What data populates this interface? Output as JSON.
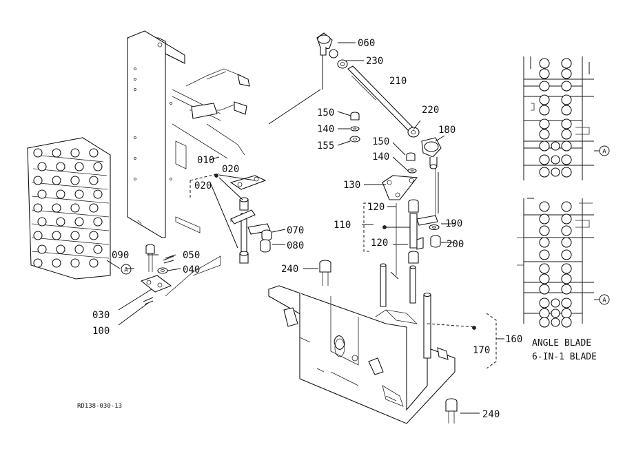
{
  "diagram": {
    "drawing_code": "RD138-030-13",
    "callouts": {
      "c010": "010",
      "c020a": "020",
      "c020b": "020",
      "c030": "030",
      "c040": "040",
      "c050": "050",
      "c060": "060",
      "c070": "070",
      "c080": "080",
      "c090": "090",
      "c100": "100",
      "c110": "110",
      "c120a": "120",
      "c120b": "120",
      "c130": "130",
      "c140a": "140",
      "c140b": "140",
      "c150a": "150",
      "c150b": "150",
      "c155": "155",
      "c160": "160",
      "c170": "170",
      "c180": "180",
      "c190": "190",
      "c200": "200",
      "c210": "210",
      "c220": "220",
      "c230": "230",
      "c240a": "240",
      "c240b": "240"
    },
    "ref_marker": "A",
    "captions": {
      "line1": "ANGLE BLADE",
      "line2": "6-IN-1 BLADE"
    }
  }
}
